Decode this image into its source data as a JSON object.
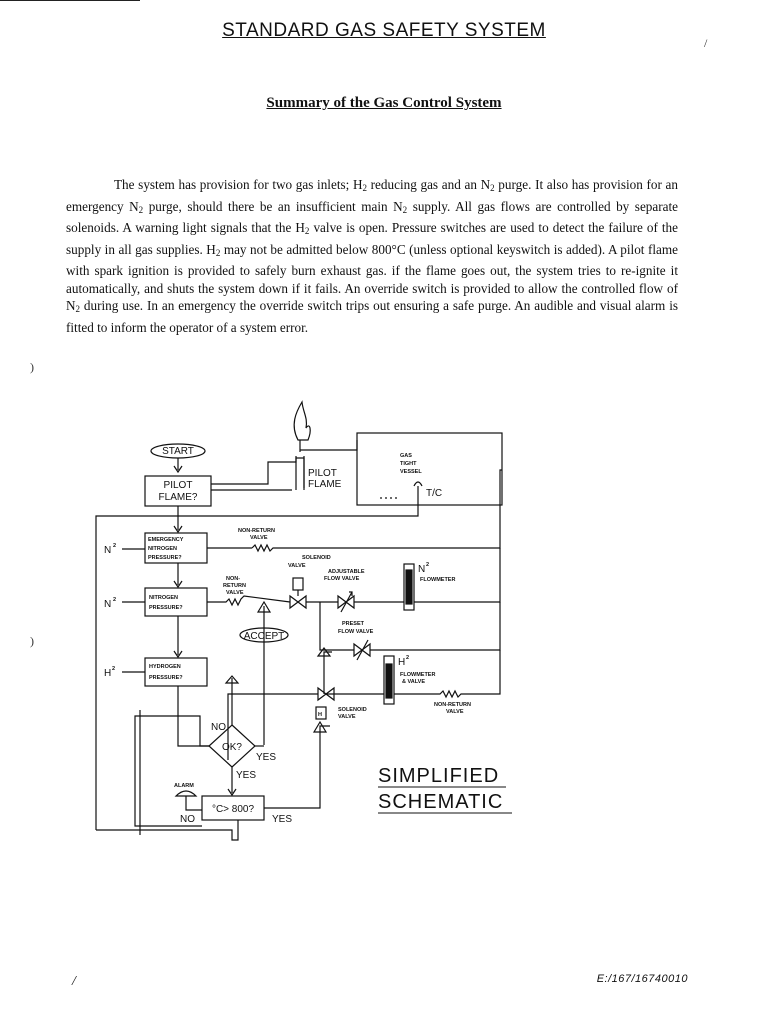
{
  "title": "STANDARD GAS SAFETY SYSTEM",
  "subtitle": "Summary of the Gas Control System",
  "paragraph": {
    "p1": "The system has provision for two gas inlets; H",
    "sub1": "2",
    "p2": " reducing gas and an N",
    "sub2": "2",
    "p3": " purge.  It also has provision for an emergency N",
    "sub3": "2",
    "p4": " purge, should there be an insufficient main N",
    "sub4": "2",
    "p5": " supply.  All gas flows are controlled by separate solenoids.  A warning light signals that the H",
    "sub5": "2",
    "p6": " valve is open.  Pressure switches are used to detect the failure of the supply in all gas supplies.  H",
    "sub6": "2",
    "p7": " may not be admitted below 800°C (unless optional keyswitch is added). A pilot flame with spark ignition is provided to safely burn exhaust gas.  if the flame goes out, the system tries to re-ignite it automatically, and shuts the system down if it fails.  An override switch is provided to allow the controlled flow of N",
    "sub7": "2",
    "p8": " during use.  In an emergency the override switch trips out ensuring a safe purge.  An audible and visual alarm is fitted to inform the operator of a system error."
  },
  "schematic": {
    "start": "START",
    "pilot_flame_box": [
      "PILOT",
      "FLAME?"
    ],
    "pilot_flame_label": [
      "PILOT",
      "FLAME"
    ],
    "vessel": [
      "GAS",
      "TIGHT",
      "VESSEL"
    ],
    "tc": "T/C",
    "emergency_box": [
      "EMERGENCY",
      "NITROGEN",
      "PRESSURE?"
    ],
    "nitrogen_box": [
      "NITROGEN",
      "PRESSURE?"
    ],
    "hydrogen_box": [
      "HYDROGEN",
      "PRESSURE?"
    ],
    "n2_inlet": "N",
    "h2_inlet": "H",
    "inlet_sup": "2",
    "non_return_valve_top": [
      "NON-RETURN",
      "VALVE"
    ],
    "non_return_valve_mid": [
      "NON-",
      "RETURN",
      "VALVE"
    ],
    "solenoid_valve_top": [
      "SOLENOID",
      "VALVE"
    ],
    "adjustable_flow_valve": [
      "ADJUSTABLE",
      "FLOW VALVE"
    ],
    "n2_flowmeter_label": "FLOWMETER",
    "n2_symbol": "N",
    "n2_flowmeter_sup": "2",
    "preset_flow_valve": [
      "PRESET",
      "FLOW VALVE"
    ],
    "accept": "ACCEPT",
    "h2_flowmeter": [
      "FLOWMETER",
      "& VALVE"
    ],
    "h2_symbol": "H",
    "h2_sup": "2",
    "non_return_valve_right": [
      "NON-RETURN",
      "VALVE"
    ],
    "solenoid_valve_bottom": [
      "SOLENOID",
      "VALVE"
    ],
    "ok": "OK?",
    "no1": "NO",
    "yes1": "YES",
    "yes2": "YES",
    "alarm": "ALARM",
    "temp_box": "°C> 800?",
    "no2": "NO",
    "yes3": "YES",
    "simplified": "SIMPLIFIED",
    "schematic": "SCHEMATIC"
  },
  "footer_left": "/",
  "footer_right": "E:/167/16740010",
  "margin_marks": {
    "top_right": "/",
    "mid_left": ")",
    "lower_left": ")"
  }
}
